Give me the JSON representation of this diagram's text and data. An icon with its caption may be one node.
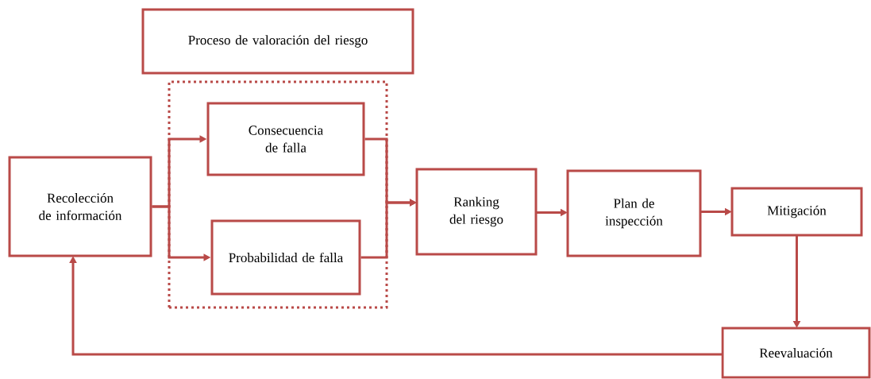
{
  "diagram": {
    "nodes": [
      {
        "text": [
          "Proceso de valoración del riesgo"
        ]
      },
      {
        "text": [],
        "shape": "box"
      },
      {
        "text": [
          "Recolección de información"
        ]
      },
      {
        "text": [
          "Consecuencia de falla"
        ],
        "in": 1
      },
      {
        "text": [
          "Probabilidad de falla"
        ],
        "in": 1
      },
      {
        "text": [
          "Ranking del riesgo"
        ]
      },
      {
        "text": [
          "Plan de inspección"
        ]
      },
      {
        "text": [
          "Mitigación"
        ]
      },
      {
        "text": [
          "Reevaluación"
        ]
      }
    ],
    "edges": [
      {
        "from": 2,
        "to": 3,
        "arrow": "to"
      },
      {
        "from": 2,
        "to": 4,
        "arrow": "to"
      },
      {
        "from": 3,
        "to": 5,
        "arrow": "to"
      },
      {
        "from": 4,
        "to": 5,
        "arrow": "to"
      },
      {
        "from": 5,
        "to": 6,
        "arrow": "to"
      },
      {
        "from": 6,
        "to": 7,
        "arrow": "to"
      },
      {
        "from": 7,
        "to": 8,
        "arrow": "to"
      },
      {
        "from": 8,
        "to": 2,
        "arrow": "to"
      }
    ]
  }
}
